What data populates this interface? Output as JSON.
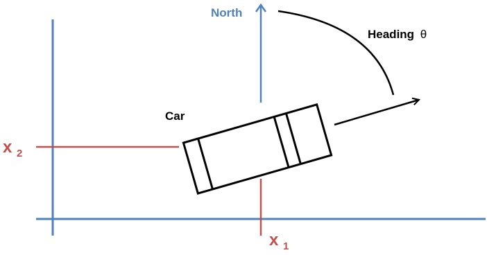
{
  "diagram": {
    "north_label": "North",
    "car_label": "Car",
    "heading_label": "Heading",
    "heading_symbol": "θ",
    "x1_main": "x",
    "x1_sub": "1",
    "x2_main": "x",
    "x2_sub": "2"
  },
  "colors": {
    "axis_blue": "#4f81bd",
    "coord_red": "#c0504d",
    "north_text": "#4f81bd",
    "ink": "#000000"
  }
}
